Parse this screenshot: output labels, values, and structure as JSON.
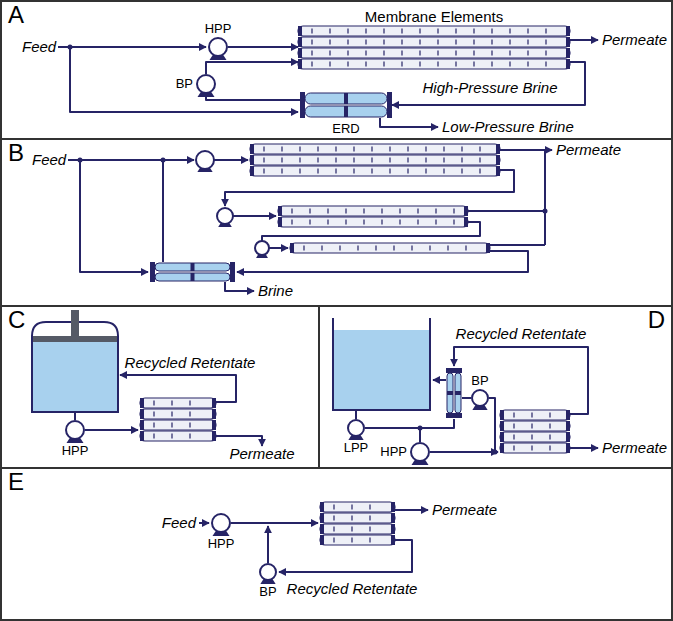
{
  "diagram": {
    "nodes": [
      {
        "text": [
          "A"
        ]
      },
      {
        "text": [
          "HPP"
        ],
        "in": 0
      },
      {
        "text": [
          "BP"
        ],
        "in": 0
      },
      {
        "text": [
          "Membrane Elements"
        ],
        "in": 0
      },
      {
        "text": [
          "ERD"
        ],
        "in": 0
      },
      {
        "text": [
          "B"
        ]
      },
      {
        "text": [
          "C"
        ]
      },
      {
        "text": [
          "HPP"
        ],
        "in": 6
      },
      {
        "text": [
          "D"
        ]
      },
      {
        "text": [
          "LPP"
        ],
        "in": 8
      },
      {
        "text": [
          "HPP"
        ],
        "in": 8
      },
      {
        "text": [
          "BP"
        ],
        "in": 8
      },
      {
        "text": [
          "E"
        ]
      },
      {
        "text": [
          "HPP"
        ],
        "in": 12
      },
      {
        "text": [
          "BP"
        ],
        "in": 12
      }
    ],
    "edges": [
      {
        "from": 1,
        "to": 3,
        "arrow": "to"
      },
      {
        "from": 2,
        "to": 3,
        "arrow": "to"
      },
      {
        "from": 3,
        "to": 4,
        "arrow": "to"
      },
      {
        "from": 4,
        "to": 2,
        "arrow": "none"
      },
      {
        "from": 9,
        "to": 10,
        "arrow": "none"
      }
    ],
    "labels": [
      "Feed",
      "Permeate",
      "High-Pressure Brine",
      "Low-Pressure Brine",
      "Feed",
      "Permeate",
      "Brine",
      "Recycled Retentate",
      "Permeate",
      "Recycled Retentate",
      "Permeate",
      "Feed",
      "Permeate",
      "Recycled Retentate"
    ]
  }
}
